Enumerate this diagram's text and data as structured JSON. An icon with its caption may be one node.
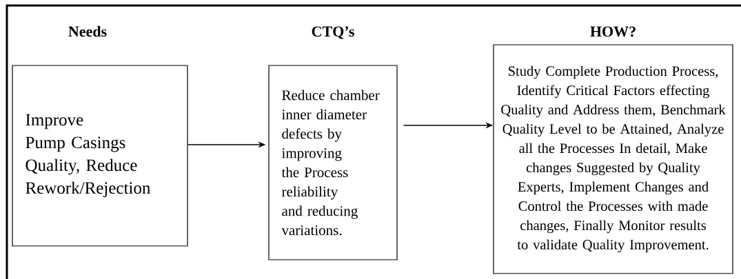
{
  "diagram": {
    "nodes": [
      {
        "text": [
          "Needs",
          "Improve Pump Casings Quality, Reduce Rework/Rejection"
        ]
      },
      {
        "text": [
          "CTQ’s",
          "Reduce chamber inner diameter defects by improving the Process reliability and reducing variations."
        ]
      },
      {
        "text": [
          "HOW?",
          "Study Complete Production Process, Identify Critical Factors effecting Quality and Address them, Benchmark Quality Level to be Attained, Analyze all the Processes In detail, Make changes Suggested by Quality Experts, Implement Changes and Control the Processes with made changes, Finally Monitor results to validate Quality Improvement."
        ]
      }
    ],
    "edges": [
      {
        "from": 0,
        "to": 1,
        "arrow": "to"
      },
      {
        "from": 1,
        "to": 2,
        "arrow": "to"
      }
    ]
  }
}
